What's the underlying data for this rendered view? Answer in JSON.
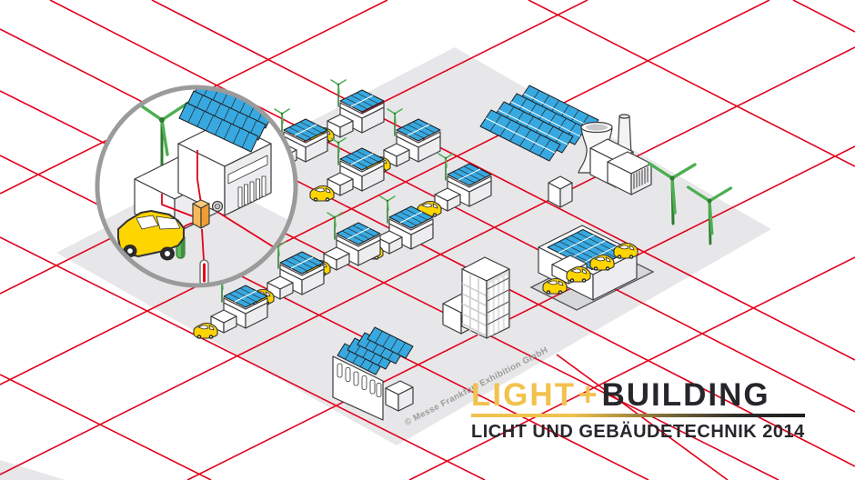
{
  "logo": {
    "word1": "LIGHT",
    "plus": "+",
    "word2": "BUILDING",
    "subtitle": "LICHT UND GEBÄUDETECHNIK 2014"
  },
  "copyright": "© Messe Frankfurt Exhibition GmbH",
  "colors": {
    "red": "#E2001A",
    "blue": "#38A8E0",
    "yellow": "#FFD500",
    "yellow_logo": "#F2C24E",
    "green": "#4CAF50",
    "green_dark": "#2F7A2F",
    "ground": "#E7E7E9",
    "lot": "#D6D7D9",
    "outline": "#3C3C3C",
    "shade": "#EDEDEF",
    "shade2": "#E2E2E5",
    "dark": "#26262B",
    "grey_text": "#9A9A9A",
    "ring": "#9B9B9B",
    "orange_top": "#FAC97A",
    "orange_l": "#F7B955",
    "orange_r": "#EF9D33"
  },
  "scene": {
    "elements": [
      "magnifier smart-home detail",
      "solar houses with mini wind turbines and e-cars",
      "solar farm",
      "power plant with cooling tower",
      "transformer substation",
      "wind turbines",
      "office tower",
      "solar-roof factory",
      "commercial building",
      "e-car parking",
      "red smart-grid power lines"
    ]
  }
}
